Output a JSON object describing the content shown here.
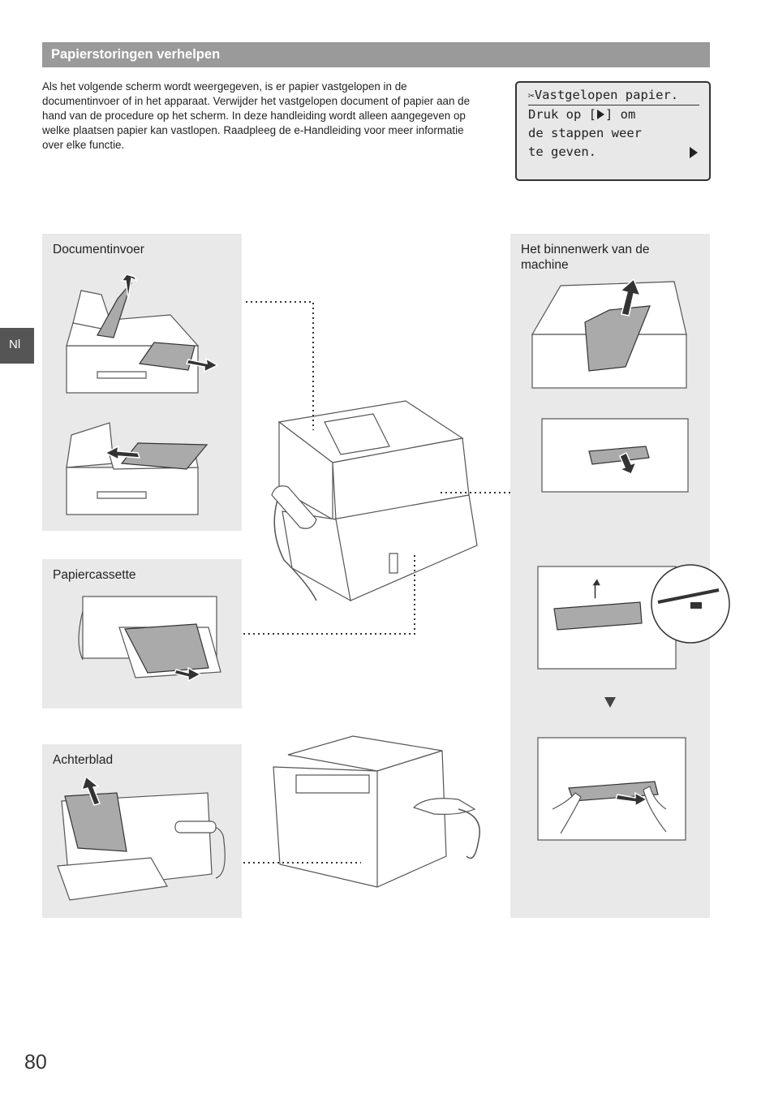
{
  "section": {
    "title": "Papierstoringen verhelpen"
  },
  "intro": "Als het volgende scherm wordt weergegeven, is er papier vastgelopen in de documentinvoer of in het apparaat. Verwijder het vastgelopen document of papier aan de hand van de procedure op het scherm. In deze handleiding wordt alleen aangegeven op welke plaatsen papier kan vastlopen. Raadpleeg de e-Handleiding voor meer informatie over elke functie.",
  "lcd": {
    "line1": "Vastgelopen papier.",
    "line2a": "Druk op [",
    "line2b": "] om",
    "line3": "de stappen weer",
    "line4": "te geven.",
    "icon": "paper-jam-icon"
  },
  "language_tab": "Nl",
  "panels": {
    "document_feeder": "Documentinvoer",
    "paper_cassette": "Papiercassette",
    "back_cover": "Achterblad",
    "inside_line1": "Het binnenwerk van de",
    "inside_line2": "machine"
  },
  "page_number": "80",
  "colors": {
    "section_bar": "#9a9a9a",
    "panel_bg": "#e9e9e9",
    "tab_bg": "#555555"
  }
}
